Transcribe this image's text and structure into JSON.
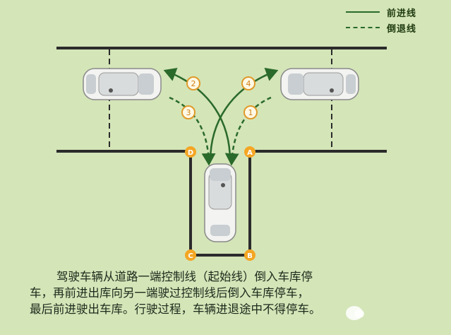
{
  "legend": {
    "forward": "前进线",
    "reverse": "倒退线"
  },
  "points": {
    "A": "A",
    "B": "B",
    "C": "C",
    "D": "D"
  },
  "steps": [
    "1",
    "2",
    "3",
    "4"
  ],
  "caption": {
    "line1": "驾驶车辆从道路一端控制线（起始线）倒入车库停",
    "line2": "车，再前进出库向另一端驶过控制线后倒入车库停车，",
    "line3": "最后前进驶出车库。行驶过程，车辆进退途中不得停车。"
  },
  "colors": {
    "background": "#d4e5b8",
    "path": "#2a6a2a",
    "marker_fill": "#f4a623",
    "road": "#2b2b2b"
  }
}
